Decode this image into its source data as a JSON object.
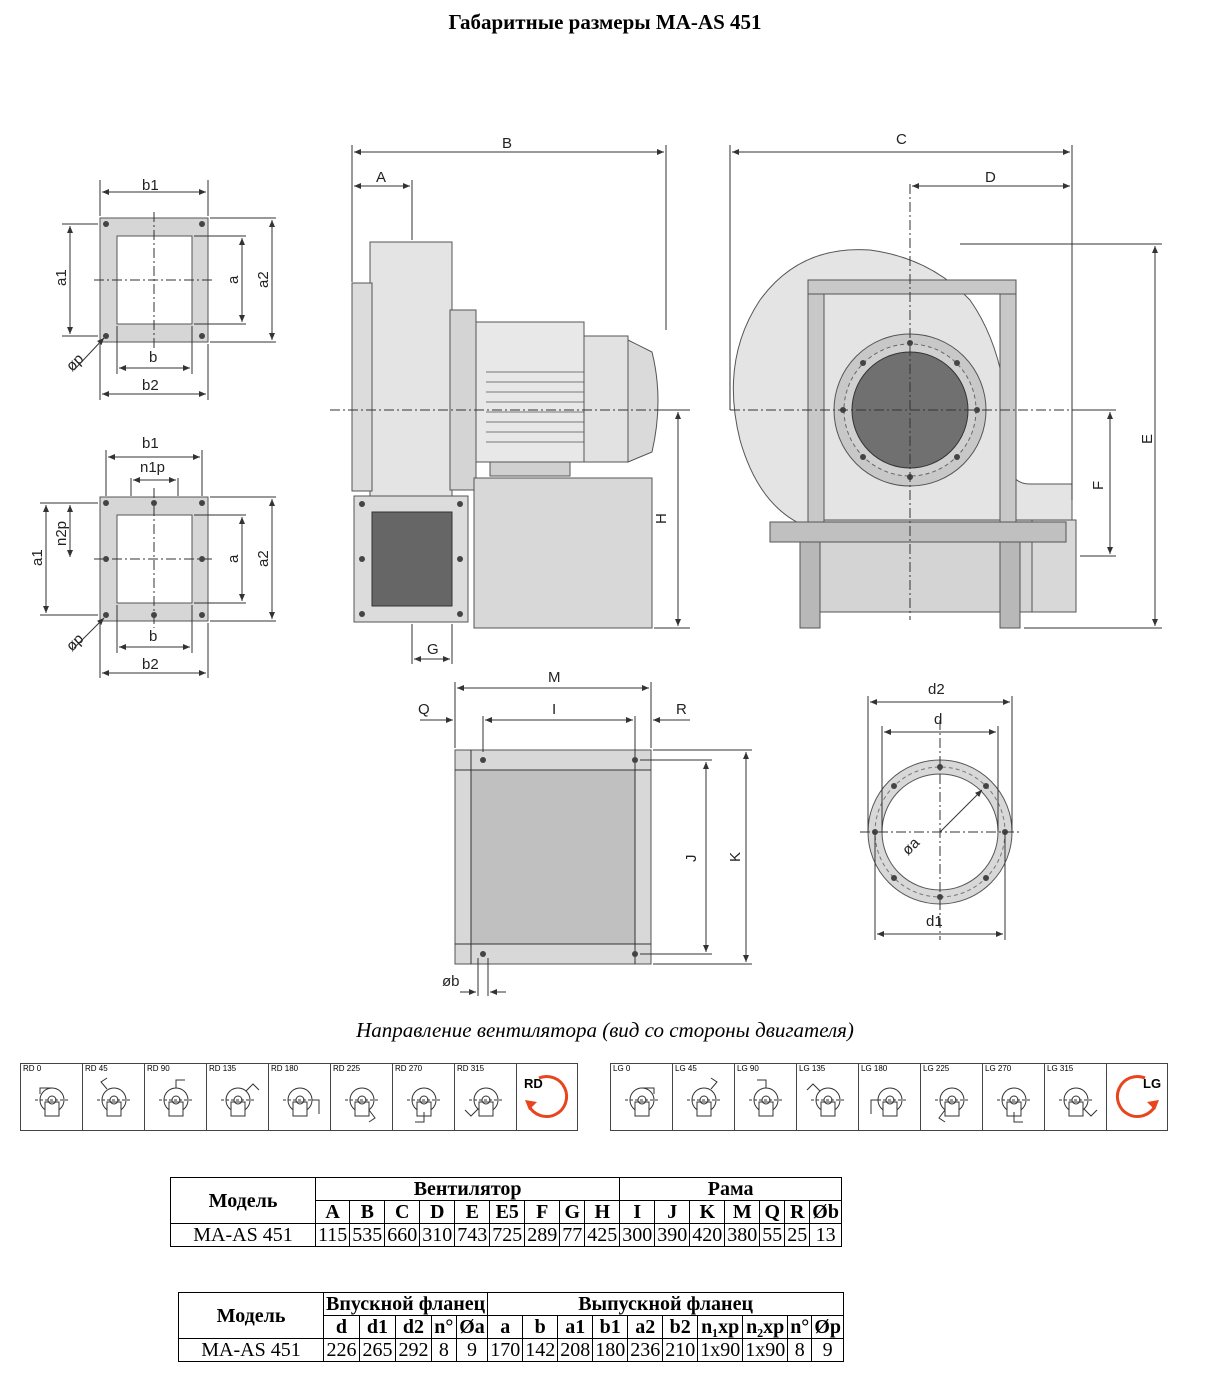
{
  "title": "Габаритные размеры MA-AS 451",
  "drawing_labels": {
    "flange1": {
      "b1": "b1",
      "a1": "a1",
      "a": "a",
      "a2": "a2",
      "b": "b",
      "b2": "b2",
      "op": "øp"
    },
    "flange2": {
      "b1": "b1",
      "n1p": "n1p",
      "a1": "a1",
      "n2p": "n2p",
      "a": "a",
      "a2": "a2",
      "b": "b",
      "b2": "b2",
      "op": "øp"
    },
    "side": {
      "B": "B",
      "A": "A",
      "H": "H",
      "G": "G"
    },
    "front": {
      "C": "C",
      "D": "D",
      "E": "E",
      "F": "F"
    },
    "frame": {
      "M": "M",
      "I": "I",
      "Q": "Q",
      "R": "R",
      "J": "J",
      "K": "K",
      "ob": "øb"
    },
    "inlet": {
      "d2": "d2",
      "d": "d",
      "oa": "øa",
      "d1": "d1"
    }
  },
  "caption": "Направление вентилятора (вид со стороны двигателя)",
  "rd_positions": [
    "RD 0",
    "RD 45",
    "RD 90",
    "RD 135",
    "RD 180",
    "RD 225",
    "RD 270",
    "RD 315"
  ],
  "rd_symbol": "RD",
  "lg_positions": [
    "LG 0",
    "LG 45",
    "LG 90",
    "LG 135",
    "LG 180",
    "LG 225",
    "LG 270",
    "LG 315"
  ],
  "lg_symbol": "LG",
  "table1": {
    "model_header": "Модель",
    "group1": "Вентилятор",
    "group2": "Рама",
    "columns": [
      "A",
      "B",
      "C",
      "D",
      "E",
      "E5",
      "F",
      "G",
      "H",
      "I",
      "J",
      "K",
      "M",
      "Q",
      "R",
      "Øb"
    ],
    "rows": [
      {
        "model": "MA-AS 451",
        "values": [
          "115",
          "535",
          "660",
          "310",
          "743",
          "725",
          "289",
          "77",
          "425",
          "300",
          "390",
          "420",
          "380",
          "55",
          "25",
          "13"
        ]
      }
    ]
  },
  "table2": {
    "model_header": "Модель",
    "group1": "Впускной фланец",
    "group2": "Выпускной фланец",
    "columns": [
      "d",
      "d1",
      "d2",
      "n°",
      "Øa",
      "a",
      "b",
      "a1",
      "b1",
      "a2",
      "b2",
      "n₁xp",
      "n₂xp",
      "n°",
      "Øp"
    ],
    "rows": [
      {
        "model": "MA-AS 451",
        "values": [
          "226",
          "265",
          "292",
          "8",
          "9",
          "170",
          "142",
          "208",
          "180",
          "236",
          "210",
          "1x90",
          "1x90",
          "8",
          "9"
        ]
      }
    ]
  }
}
